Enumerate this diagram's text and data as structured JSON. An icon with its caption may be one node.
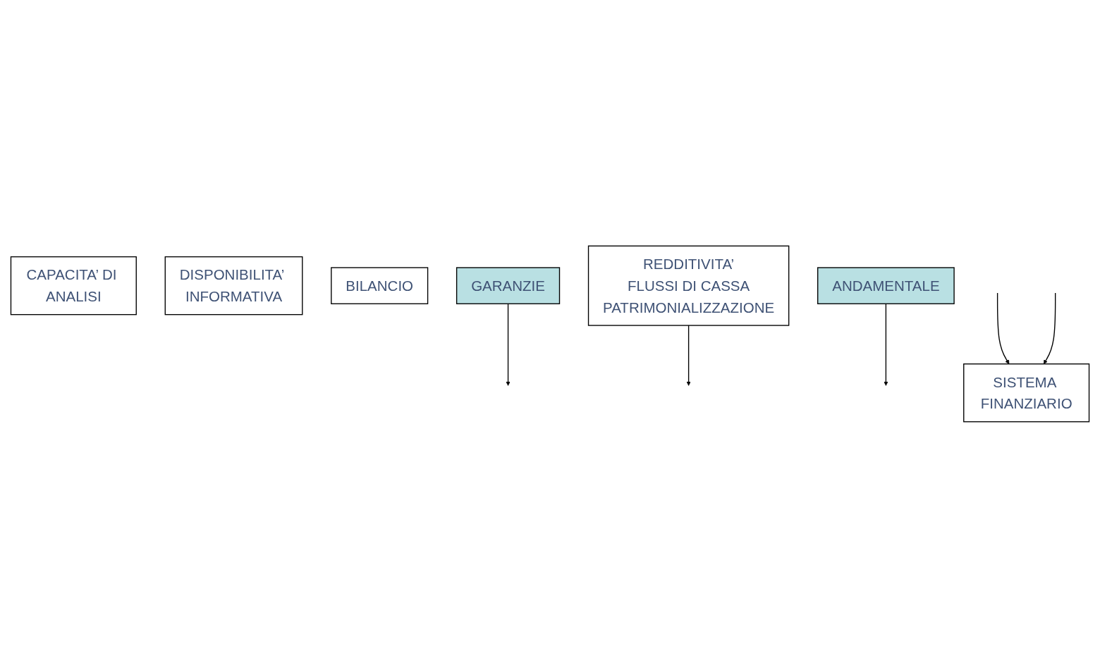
{
  "diagram": {
    "nodes": [
      {
        "text": [
          "CAPACITA’ DI ANALISI"
        ]
      },
      {
        "text": [
          "DISPONIBILITA’ INFORMATIVA"
        ]
      },
      {
        "text": [
          "SISTEMA FINANZIARIO"
        ]
      },
      {
        "text": [
          "BILANCIO"
        ]
      },
      {
        "text": [
          "GARANZIE"
        ]
      },
      {
        "text": [
          "REDDITIVITA’",
          "FLUSSI DI CASSA",
          "PATRIMONIALIZZAZIONE"
        ]
      },
      {
        "text": [
          "ANDAMENTALE"
        ]
      }
    ],
    "edges": [
      {
        "from": null,
        "to": 2,
        "arrow": "to"
      },
      {
        "from": null,
        "to": 2,
        "arrow": "to"
      },
      {
        "from": 4,
        "to": null,
        "arrow": "to"
      },
      {
        "from": 5,
        "to": null,
        "arrow": "to"
      },
      {
        "from": 6,
        "to": null,
        "arrow": "to"
      }
    ]
  }
}
